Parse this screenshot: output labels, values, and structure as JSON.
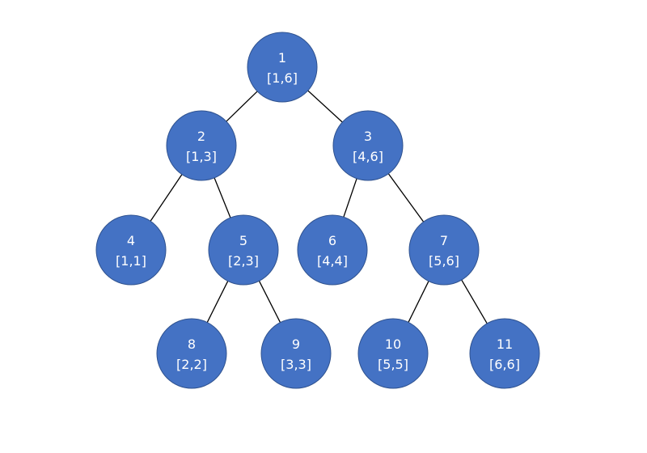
{
  "diagram": {
    "type": "binary-tree",
    "node_fill": "#4472c4",
    "node_stroke": "#2f528f",
    "text_color": "#ffffff",
    "edge_color": "#000000",
    "nodes": [
      {
        "id": "1",
        "label": "1",
        "range": "[1,6]"
      },
      {
        "id": "2",
        "label": "2",
        "range": "[1,3]"
      },
      {
        "id": "3",
        "label": "3",
        "range": "[4,6]"
      },
      {
        "id": "4",
        "label": "4",
        "range": "[1,1]"
      },
      {
        "id": "5",
        "label": "5",
        "range": "[2,3]"
      },
      {
        "id": "6",
        "label": "6",
        "range": "[4,4]"
      },
      {
        "id": "7",
        "label": "7",
        "range": "[5,6]"
      },
      {
        "id": "8",
        "label": "8",
        "range": "[2,2]"
      },
      {
        "id": "9",
        "label": "9",
        "range": "[3,3]"
      },
      {
        "id": "10",
        "label": "10",
        "range": "[5,5]"
      },
      {
        "id": "11",
        "label": "11",
        "range": "[6,6]"
      }
    ],
    "edges": [
      {
        "from": "1",
        "to": "2"
      },
      {
        "from": "1",
        "to": "3"
      },
      {
        "from": "2",
        "to": "4"
      },
      {
        "from": "2",
        "to": "5"
      },
      {
        "from": "3",
        "to": "6"
      },
      {
        "from": "3",
        "to": "7"
      },
      {
        "from": "5",
        "to": "8"
      },
      {
        "from": "5",
        "to": "9"
      },
      {
        "from": "7",
        "to": "10"
      },
      {
        "from": "7",
        "to": "11"
      }
    ]
  }
}
